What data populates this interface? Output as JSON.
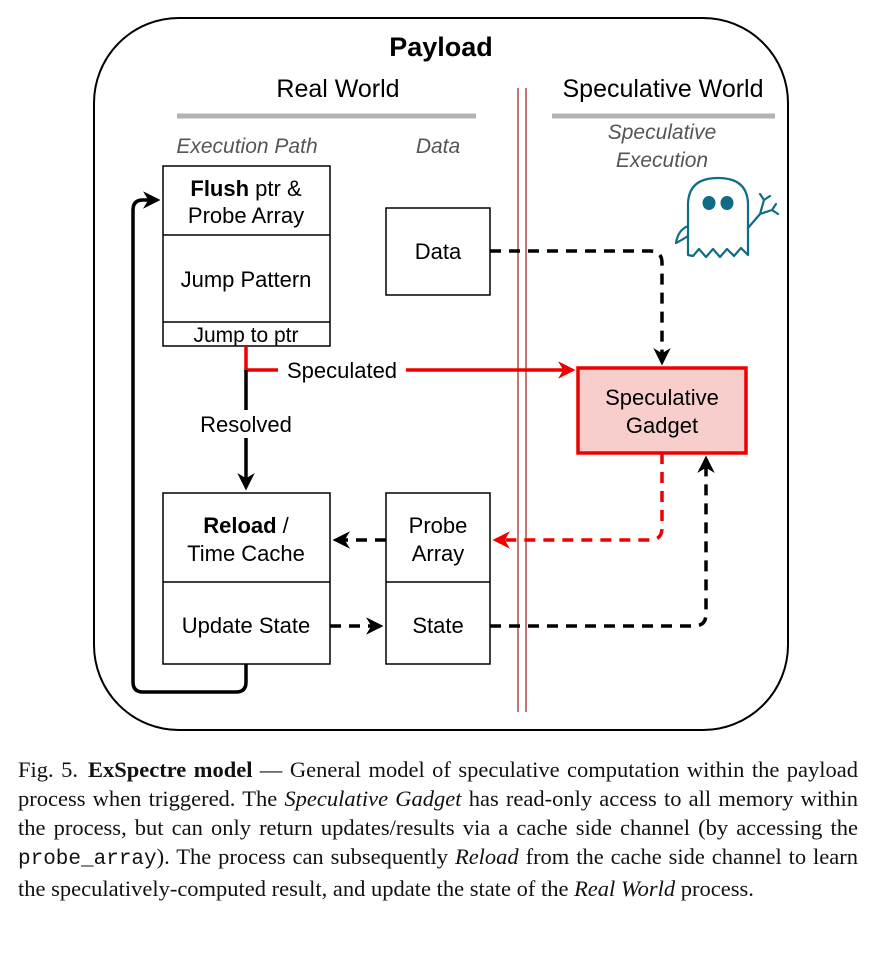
{
  "diagram": {
    "title": "Payload",
    "real_world_label": "Real World",
    "speculative_world_label": "Speculative World",
    "execution_path_label": "Execution Path",
    "data_column_label": "Data",
    "speculative_execution_label": [
      "Speculative",
      "Execution"
    ],
    "boxes": {
      "flush_bold": "Flush",
      "flush_rest": " ptr &",
      "flush_line2": "Probe Array",
      "jump_pattern": "Jump Pattern",
      "jump_to_ptr": "Jump to ptr",
      "data": "Data",
      "speculative_gadget": [
        "Speculative",
        "Gadget"
      ],
      "reload_bold": "Reload",
      "reload_rest": " /",
      "reload_line2": "Time Cache",
      "update_state": "Update State",
      "probe_array": [
        "Probe",
        "Array"
      ],
      "state": "State"
    },
    "edge_labels": {
      "speculated": "Speculated",
      "resolved": "Resolved"
    },
    "colors": {
      "red": "#ee0000",
      "gadget_fill": "#f8cecc",
      "gray": "#b3b3b3",
      "ghost": "#0f6b86",
      "divider": "#b85450"
    }
  },
  "caption": {
    "fig_num": "Fig. 5.",
    "title": "ExSpectre model",
    "dash": " — ",
    "text1": "General model of speculative computation within the payload process when triggered. The ",
    "gadget": "Speculative Gadget",
    "text2": " has read-only access to all memory within the process, but can only return updates/results via a cache side channel (by accessing the ",
    "code": "probe_array",
    "text3": "). The process can subsequently ",
    "reload": "Reload",
    "text4": " from the cache side channel to learn the speculatively-computed result, and update the state of the ",
    "real_world": "Real World",
    "text5": " process."
  }
}
